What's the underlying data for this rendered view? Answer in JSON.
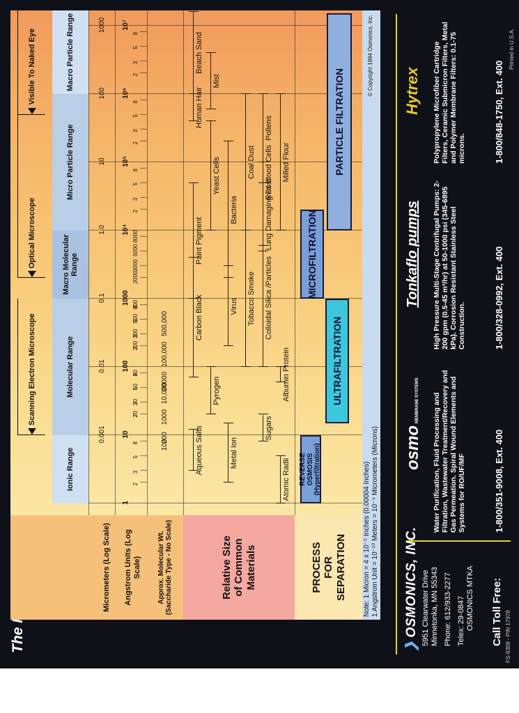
{
  "title": "The Filtration Spectrum",
  "colors": {
    "background": "#0f1118",
    "accent_yellow": "#e8d12a",
    "rule": "#e8d12a"
  },
  "row_labels": {
    "micrometers": "Micrometers (Log Scale)",
    "angstrom": "Angstrom Units (Log Scale)",
    "molwt": "Approx. Molecular Wt. (Saccharide Type - No Scale)",
    "relative": "Relative Size of Common Materials",
    "process": "PROCESS FOR SEPARATION"
  },
  "ranges": [
    "Ionic Range",
    "Molecular Range",
    "Macro Molecular Range",
    "Micro Particle Range",
    "Macro Particle Range"
  ],
  "microscopes": [
    {
      "label": "Scanning Electron Microscope"
    },
    {
      "label": "Optical Microscope"
    },
    {
      "label": "Visible To Naked Eye"
    }
  ],
  "chart_data": {
    "type": "table",
    "title": "The Filtration Spectrum",
    "micrometer_ticks": [
      "0.001",
      "0.01",
      "0.1",
      "1.0",
      "10",
      "100",
      "1000"
    ],
    "micrometer_values": [
      0.001,
      0.01,
      0.1,
      1.0,
      10,
      100,
      1000
    ],
    "angstrom_ticks": [
      "1",
      "10",
      "100",
      "1000",
      "10⁴",
      "10⁵",
      "10⁶",
      "10⁷"
    ],
    "angstrom_values": [
      1,
      10,
      100,
      1000,
      10000,
      100000,
      1000000,
      10000000
    ],
    "minor_ticks": [
      "2",
      "3",
      "5",
      "8"
    ],
    "molwt_ticks": [
      {
        "label": "100",
        "angstrom": 7
      },
      {
        "label": "200",
        "angstrom": 9
      },
      {
        "label": "1000",
        "angstrom": 18
      },
      {
        "label": "10,000",
        "angstrom": 40
      },
      {
        "label": "20000",
        "angstrom": 60
      },
      {
        "label": "100,000",
        "angstrom": 150
      },
      {
        "label": "500,000",
        "angstrom": 420
      }
    ],
    "angstrom_mid_labels": [
      {
        "label": "20",
        "angstrom": 20
      },
      {
        "label": "30",
        "angstrom": 30
      },
      {
        "label": "50",
        "angstrom": 50
      },
      {
        "label": "80",
        "angstrom": 80
      },
      {
        "label": "200",
        "angstrom": 200
      },
      {
        "label": "300",
        "angstrom": 300
      },
      {
        "label": "500",
        "angstrom": 500
      },
      {
        "label": "800",
        "angstrom": 800
      },
      {
        "label": "2000",
        "angstrom": 2000
      },
      {
        "label": "3000",
        "angstrom": 3000
      },
      {
        "label": "5000",
        "angstrom": 5000
      },
      {
        "label": "8000",
        "angstrom": 8000
      }
    ],
    "materials": [
      {
        "name": "Aqueous Salts",
        "min_um": 0.0003,
        "max_um": 0.0012
      },
      {
        "name": "Metal Ion",
        "min_um": 0.0002,
        "max_um": 0.0015
      },
      {
        "name": "Sugars",
        "min_um": 0.0008,
        "max_um": 0.002
      },
      {
        "name": "Atomic Radii",
        "min_um": 0.0001,
        "max_um": 0.0005
      },
      {
        "name": "Pyrogen",
        "min_um": 0.002,
        "max_um": 0.01
      },
      {
        "name": "Carbon Black",
        "min_um": 0.007,
        "max_um": 0.4
      },
      {
        "name": "Virus",
        "min_um": 0.02,
        "max_um": 0.3
      },
      {
        "name": "Colloidal Silica /Particles",
        "min_um": 0.01,
        "max_um": 0.6
      },
      {
        "name": "Albumin Protein",
        "min_um": 0.006,
        "max_um": 0.01
      },
      {
        "name": "Tobacco Smoke",
        "min_um": 0.01,
        "max_um": 1.0
      },
      {
        "name": "Paint Pigment",
        "min_um": 0.1,
        "max_um": 5
      },
      {
        "name": "Bacteria",
        "min_um": 0.2,
        "max_um": 20
      },
      {
        "name": "Lung Damaging Dust",
        "min_um": 0.5,
        "max_um": 5
      },
      {
        "name": "Yeast Cells",
        "min_um": 1,
        "max_um": 40
      },
      {
        "name": "Coal Dust",
        "min_um": 1,
        "max_um": 100
      },
      {
        "name": "Red Blood Cells",
        "min_um": 5,
        "max_um": 10
      },
      {
        "name": "Milled Flour",
        "min_um": 1,
        "max_um": 100
      },
      {
        "name": "Pollens",
        "min_um": 10,
        "max_um": 100
      },
      {
        "name": "Human Hair",
        "min_um": 40,
        "max_um": 100
      },
      {
        "name": "Mist",
        "min_um": 60,
        "max_um": 400
      },
      {
        "name": "Beach Sand",
        "min_um": 100,
        "max_um": 2000
      }
    ],
    "processes": [
      {
        "name": "REVERSE OSMOSIS (Hyperfiltration)",
        "min_um": 0.0001,
        "max_um": 0.001
      },
      {
        "name": "ULTRAFILTRATION",
        "min_um": 0.0015,
        "max_um": 0.1
      },
      {
        "name": "MICROFILTRATION",
        "min_um": 0.1,
        "max_um": 2
      },
      {
        "name": "PARTICLE FILTRATION",
        "min_um": 1,
        "max_um": 3000
      }
    ],
    "note_lines": [
      "Note: 1 Micron = 4 x 10⁻⁵ Inches (0.00004 Inches)",
      "1 Angstrom Unit = 10⁻¹⁰ Meters = 10⁻⁴ Micrometers (Microns)"
    ],
    "copyright": "© Copyright 1984 Osmonics, Inc."
  },
  "footer": {
    "company": "OSMONICS, INC.",
    "address_lines": [
      "5951 Clearwater Drive",
      "Minnetonka, MN 55343",
      "Phone: 612/933-2277",
      "Telex: 29-0847",
      "OSMONICS MTKA"
    ],
    "call_toll_free": "Call Toll Free:",
    "brands": [
      {
        "name": "osmo",
        "sub": "MEMBRANE SYSTEMS",
        "desc": "Water Purification, Fluid Processing and Filtration, Wastewater Treatment/Recovery and Gas Permeation. Spiral Wound Elements and Systems for RO/UF/MF",
        "phone": "1-800/351-9008, Ext. 400"
      },
      {
        "name": "Tonkaflo pumps",
        "sub": "",
        "desc": "High Pressure Multi-Stage Centrifugal Pumps: 2-200 gpm (0.5-45 m³/hr) at 50-1000 psi (345-6895 kPa). Corrosion Resistant Stainless Steel Construction.",
        "phone": "1-800/328-0992, Ext. 400"
      },
      {
        "name": "Hytrex",
        "sub": "",
        "desc": "Polypropylene Microfiber Cartridge Filters, Ceramic Submicron Filters, Metal and Polymer Membrane Filters: 0.1-75 microns.",
        "phone": "1-800/848-1750, Ext. 400"
      }
    ],
    "form_number": "FS-8309 - PIN 17978",
    "printed": "Printed in U.S.A."
  }
}
